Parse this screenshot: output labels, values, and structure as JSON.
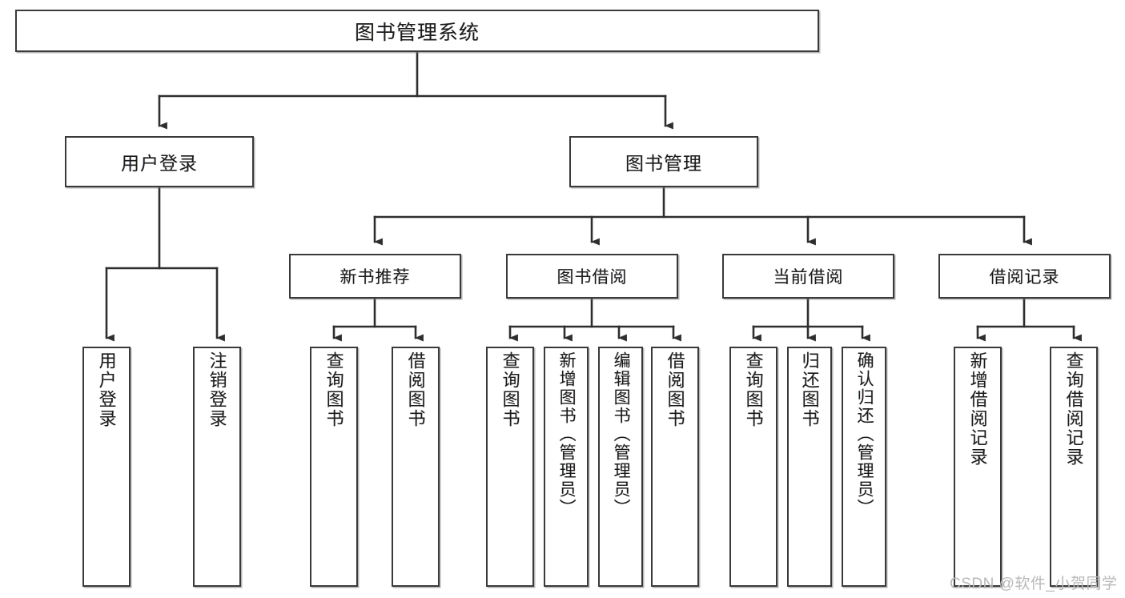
{
  "diagram": {
    "type": "tree-hierarchy",
    "title": "图书管理系统",
    "root": {
      "label": "图书管理系统"
    },
    "level2": [
      {
        "label": "用户登录"
      },
      {
        "label": "图书管理"
      }
    ],
    "level3": [
      {
        "label": "新书推荐"
      },
      {
        "label": "图书借阅"
      },
      {
        "label": "当前借阅"
      },
      {
        "label": "借阅记录"
      }
    ],
    "leaves": {
      "user_login": [
        {
          "label": "用户登录"
        },
        {
          "label": "注销登录"
        }
      ],
      "new_book_recommend": [
        {
          "label": "查询图书"
        },
        {
          "label": "借阅图书"
        }
      ],
      "book_borrow": [
        {
          "label": "查询图书"
        },
        {
          "label": "新增图书（管理员）"
        },
        {
          "label": "编辑图书（管理员）"
        },
        {
          "label": "借阅图书"
        }
      ],
      "current_borrow": [
        {
          "label": "查询图书"
        },
        {
          "label": "归还图书"
        },
        {
          "label": "确认归还（管理员）"
        }
      ],
      "borrow_record": [
        {
          "label": "新增借阅记录"
        },
        {
          "label": "查询借阅记录"
        }
      ]
    },
    "watermark": "CSDN @软件_小贺同学",
    "colors": {
      "stroke": "#3a3a3a",
      "fill": "#ffffff",
      "text": "#1b1b1b",
      "watermark": "#b9b9b9"
    }
  }
}
